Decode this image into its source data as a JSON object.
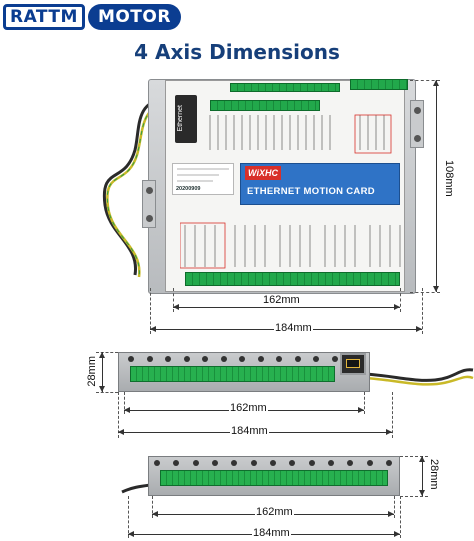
{
  "header": {
    "brand_left": "RATTM",
    "brand_right": "MOTOR",
    "title": "4 Axis Dimensions",
    "brand_color": "#0b3d91",
    "title_color": "#163f7a"
  },
  "board": {
    "card_name": "ETHERNET MOTION CARD",
    "brand_mark": "WiXHC",
    "ethernet_label": "Ethernet",
    "sticker_date": "20200909",
    "label_color": "#2f73c6"
  },
  "dimensions": {
    "top_view": {
      "height": "108mm",
      "inner_width": "162mm",
      "outer_width": "184mm"
    },
    "side_view_1": {
      "height": "28mm",
      "inner_width": "162mm",
      "outer_width": "184mm"
    },
    "side_view_2": {
      "height": "28mm",
      "inner_width": "162mm",
      "outer_width": "184mm"
    }
  }
}
